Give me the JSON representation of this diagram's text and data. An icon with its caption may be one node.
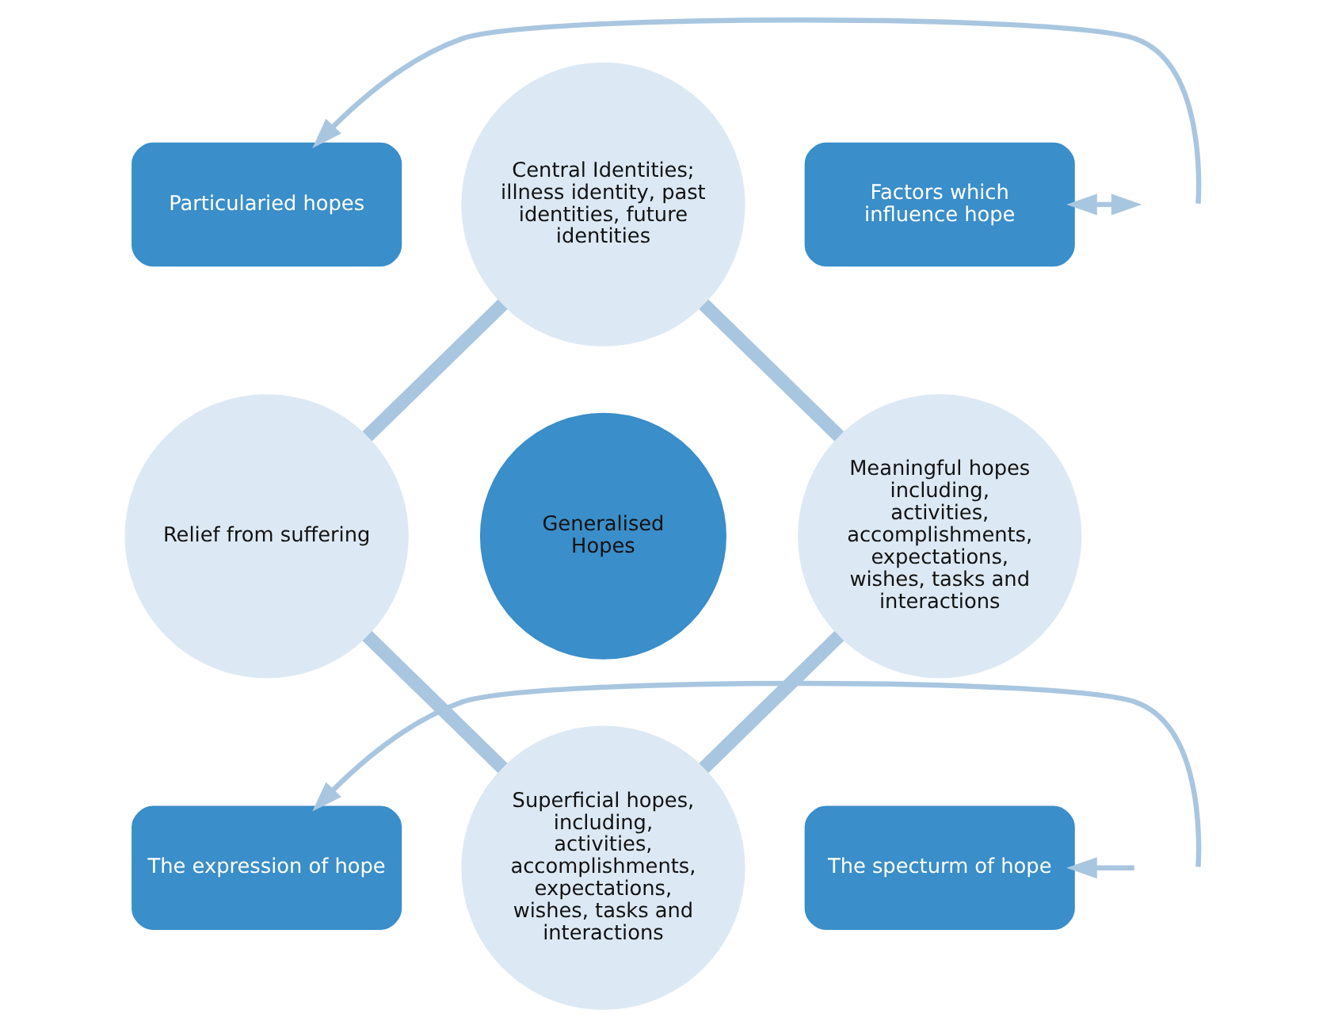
{
  "diagram": {
    "nodes": [
      {
        "text": [
          "Particularied hopes"
        ]
      },
      {
        "text": [
          "Central Identities; illness identity, past identities, future identities"
        ]
      },
      {
        "text": [
          "Factors which influence hope"
        ]
      },
      {
        "text": [
          "Relief from suffering"
        ]
      },
      {
        "text": [
          "Generalised Hopes"
        ]
      },
      {
        "text": [
          "Meaningful hopes including, activities, accomplishments, expectations, wishes, tasks and interactions"
        ]
      },
      {
        "text": [
          "Superficial hopes, including, activities, accomplishments, expectations, wishes, tasks and interactions"
        ]
      },
      {
        "text": [
          "The expression of hope"
        ]
      },
      {
        "text": [
          "The specturm of hope"
        ]
      }
    ],
    "edges": [
      {
        "from": 3,
        "to": 1,
        "arrow": "none",
        "style": "thick"
      },
      {
        "from": 1,
        "to": 5,
        "arrow": "none",
        "style": "thick"
      },
      {
        "from": 3,
        "to": 6,
        "arrow": "none",
        "style": "thick"
      },
      {
        "from": 5,
        "to": 6,
        "arrow": "none",
        "style": "thick"
      },
      {
        "from": null,
        "to": 0,
        "arrow": "to"
      },
      {
        "from": null,
        "to": 2,
        "arrow": "both"
      },
      {
        "from": null,
        "to": 7,
        "arrow": "to"
      },
      {
        "from": null,
        "to": 8,
        "arrow": "to"
      }
    ]
  }
}
